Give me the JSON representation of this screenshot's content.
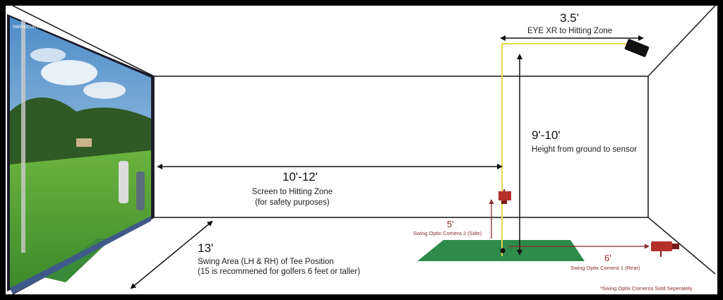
{
  "screen": {
    "brand_text": "SWINGCURVE",
    "sky_color": "#9cc6e8",
    "grass_color": "#5fa83a",
    "hill_color": "#2f5a25"
  },
  "measurements": {
    "eye_xr": {
      "value": "3.5'",
      "label": "EYE XR to Hitting Zone"
    },
    "height": {
      "value": "9'-10'",
      "label": "Height from ground to sensor"
    },
    "screen_distance": {
      "value": "10'-12'",
      "line1": "Screen to Hitting Zone",
      "line2": "(for safety purposes)"
    },
    "swing_area": {
      "value": "13'",
      "line1": "Swing Area (LH & RH) of Tee Position",
      "line2": "(15 is recommened for golfers 6 feet or taller)"
    },
    "camera_side": {
      "value": "5'",
      "label": "Swing Optix Comera 2 (Side)"
    },
    "camera_rear": {
      "value": "6'",
      "label": "Swing Optix Comera 1 (Rear)"
    }
  },
  "footnote": "*Swing Optix Comeros Sold Seperately",
  "colors": {
    "accent_red": "#8b2b2b",
    "cable_yellow": "#e8d84a",
    "mat_green": "#2e8b4a",
    "outline": "#222222"
  }
}
